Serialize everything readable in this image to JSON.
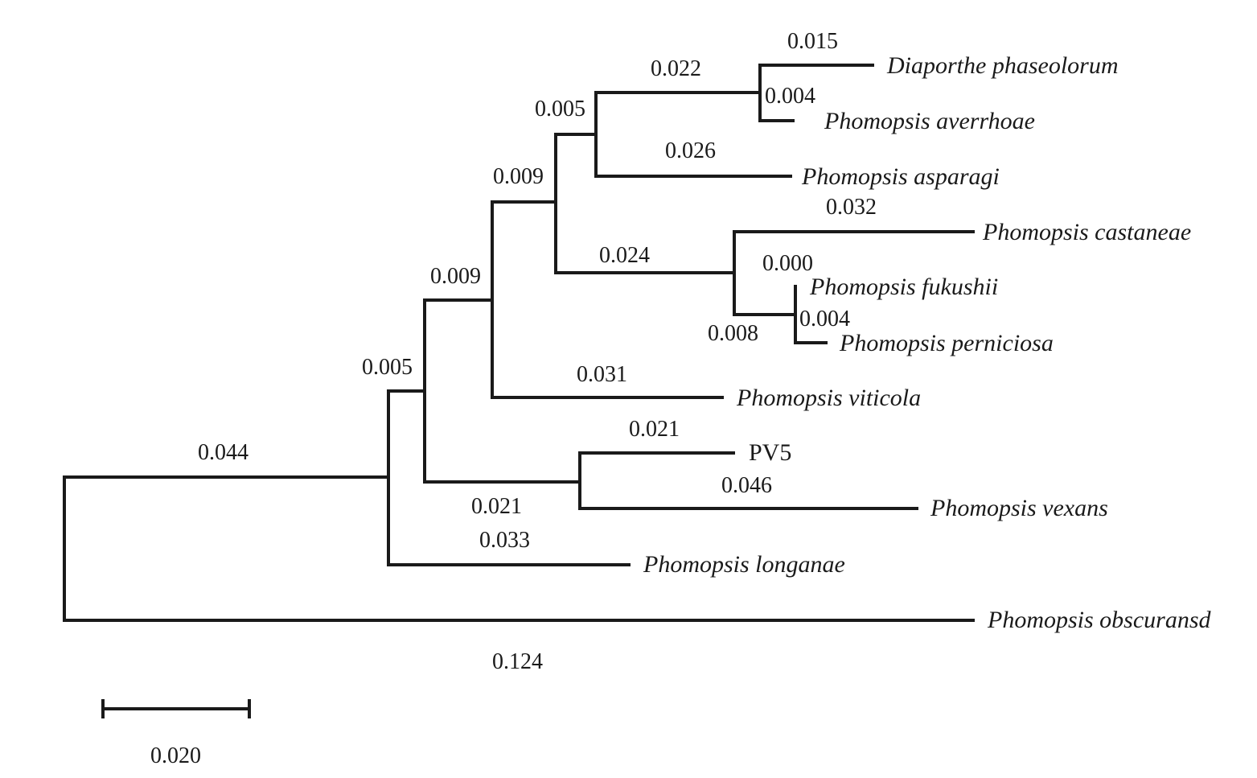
{
  "tree": {
    "taxa": [
      {
        "id": "dp",
        "name": "Diaporthe phaseolorum",
        "italic": true
      },
      {
        "id": "pa",
        "name": "Phomopsis averrhoae",
        "italic": true
      },
      {
        "id": "pas",
        "name": "Phomopsis asparagi",
        "italic": true
      },
      {
        "id": "pc",
        "name": "Phomopsis castaneae",
        "italic": true
      },
      {
        "id": "pf",
        "name": "Phomopsis fukushii",
        "italic": true
      },
      {
        "id": "pp",
        "name": "Phomopsis perniciosa",
        "italic": true
      },
      {
        "id": "pvi",
        "name": "Phomopsis viticola",
        "italic": true
      },
      {
        "id": "pv5",
        "name": "PV5",
        "italic": false
      },
      {
        "id": "pve",
        "name": "Phomopsis vexans",
        "italic": true
      },
      {
        "id": "pl",
        "name": "Phomopsis longanae",
        "italic": true
      },
      {
        "id": "po",
        "name": "Phomopsis obscuransd",
        "italic": true
      }
    ],
    "branch_lengths": {
      "root_to_ingroup": "0.044",
      "root_to_outgroup": "0.124",
      "n1_to_n2": "0.005",
      "n1_to_longanae": "0.033",
      "n2_to_n3": "0.009",
      "n2_to_n8": "0.021",
      "n3_to_n4": "0.009",
      "n3_to_viticola": "0.031",
      "n4_to_n5": "0.005",
      "n4_to_n6": "0.024",
      "n5_to_n9": "0.022",
      "n5_to_asparagi": "0.026",
      "n9_to_phaseolorum": "0.015",
      "n9_to_averrhoae": "0.004",
      "n6_to_castaneae": "0.032",
      "n6_to_n7": "0.008",
      "n7_to_fukushii": "0.000",
      "n7_to_perniciosa": "0.004",
      "n8_to_pv5": "0.021",
      "n8_to_vexans": "0.046"
    },
    "scale_bar": "0.020"
  }
}
